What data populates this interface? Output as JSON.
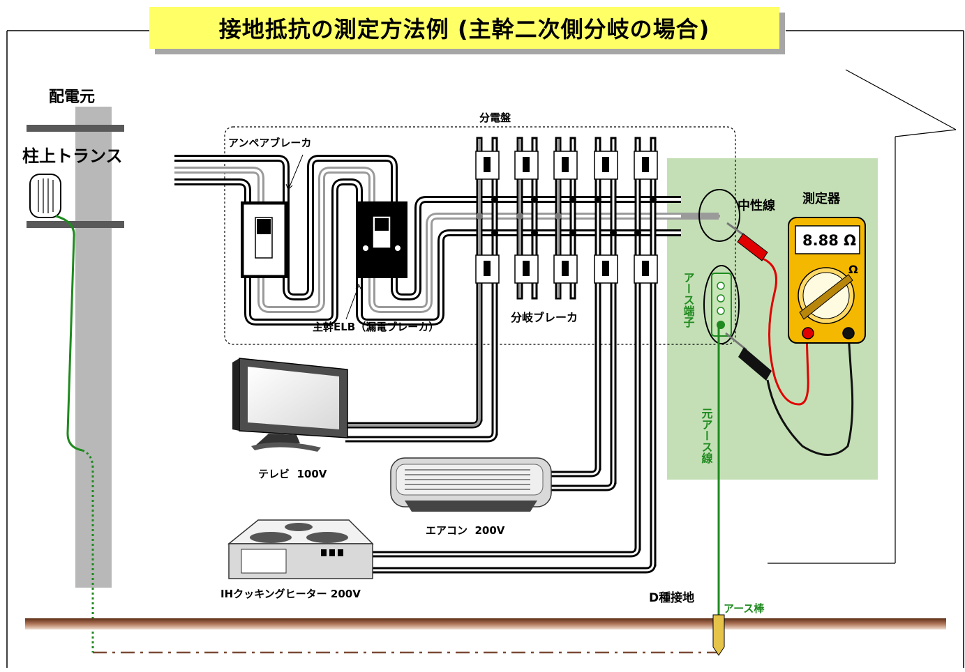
{
  "title": "接地抵抗の測定方法例 (主幹二次側分岐の場合)",
  "labels": {
    "source": "配電元",
    "transformer": "柱上トランス",
    "panel": "分電盤",
    "ampere_breaker": "アンペアブレーカ",
    "main_elb": "主幹ELB（漏電ブレーカ）",
    "branch_breaker": "分岐ブレーカ",
    "tv": "テレビ  100V",
    "aircon": "エアコン  200V",
    "ih_heater": "IHクッキングヒーター 200V",
    "neutral": "中性線",
    "meter": "測定器",
    "meter_reading": "8.88 Ω",
    "omega": "Ω",
    "earth_terminal": "アース端子",
    "source_earth_wire": "元アース線",
    "d_ground": "D種接地",
    "earth_rod": "アース棒"
  },
  "colors": {
    "title_bg": "#ffff66",
    "pole": "#b8b8b8",
    "ground_line": "#8b4a2e",
    "earth_wire": "#1f8a1f",
    "measurement_area": "#c4dfb6",
    "meter_body": "#f5b800",
    "probe_red": "#e00000",
    "probe_black": "#111111",
    "grey_wire": "#9a9a9a"
  }
}
